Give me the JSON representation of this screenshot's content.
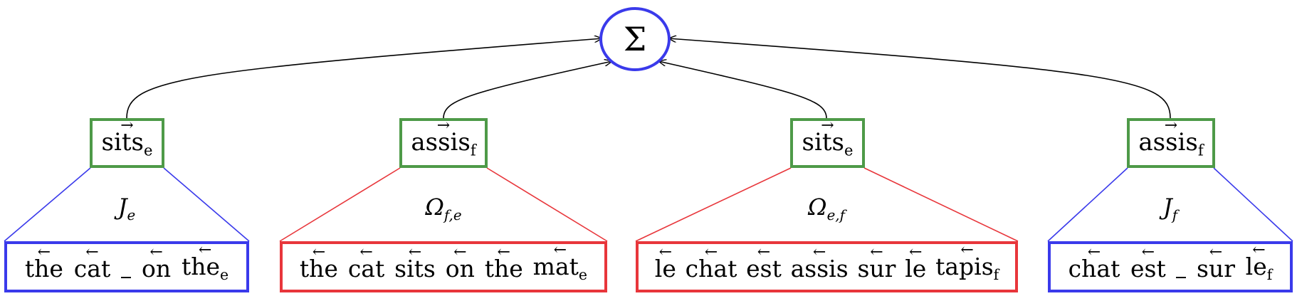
{
  "sum_node": {
    "symbol": "Σ"
  },
  "heads": [
    {
      "word": "sits",
      "sub": "e"
    },
    {
      "word": "assis",
      "sub": "f"
    },
    {
      "word": "sits",
      "sub": "e"
    },
    {
      "word": "assis",
      "sub": "f"
    }
  ],
  "labels": [
    {
      "main": "J",
      "sub": "e"
    },
    {
      "main": "Ω",
      "sub": "f,e"
    },
    {
      "main": "Ω",
      "sub": "e,f"
    },
    {
      "main": "J",
      "sub": "f"
    }
  ],
  "sequences": [
    {
      "color": "#3a3aeb",
      "tokens": [
        {
          "w": "the"
        },
        {
          "w": "cat"
        },
        {
          "blank": true
        },
        {
          "w": "on"
        },
        {
          "w": "the",
          "sub": "e"
        }
      ]
    },
    {
      "color": "#e8363b",
      "tokens": [
        {
          "w": "the"
        },
        {
          "w": "cat"
        },
        {
          "w": "sits"
        },
        {
          "w": "on"
        },
        {
          "w": "the"
        },
        {
          "w": "mat",
          "sub": "e"
        }
      ]
    },
    {
      "color": "#e8363b",
      "tokens": [
        {
          "w": "le"
        },
        {
          "w": "chat"
        },
        {
          "w": "est"
        },
        {
          "w": "assis"
        },
        {
          "w": "sur"
        },
        {
          "w": "le"
        },
        {
          "w": "tapis",
          "sub": "f"
        }
      ]
    },
    {
      "color": "#3a3aeb",
      "tokens": [
        {
          "w": "chat"
        },
        {
          "w": "est"
        },
        {
          "blank": true
        },
        {
          "w": "sur"
        },
        {
          "w": "le",
          "sub": "f"
        }
      ]
    }
  ],
  "colors": {
    "sum": "#3a3aeb",
    "head": "#4e9a48",
    "blue": "#3a3aeb",
    "red": "#e8363b",
    "arrow": "#000000"
  }
}
